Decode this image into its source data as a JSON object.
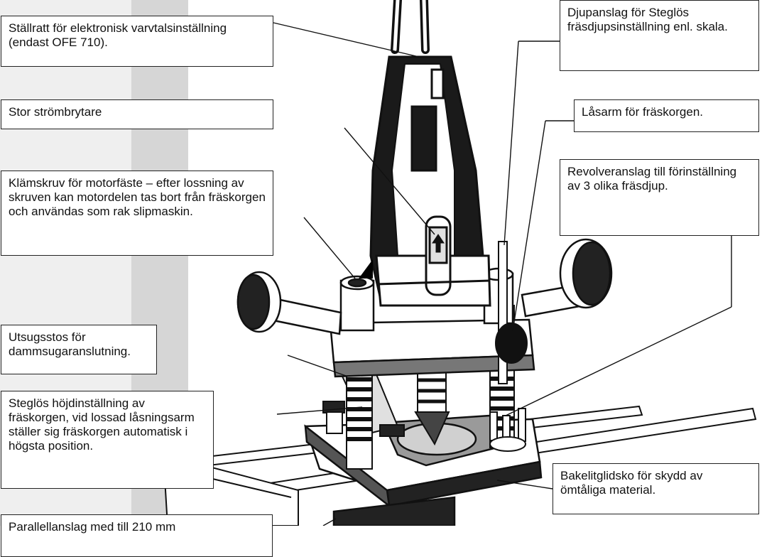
{
  "colors": {
    "band_light": "#efefef",
    "band_mid": "#d6d6d6",
    "ink": "#111111"
  },
  "callouts": {
    "speed_dial": "Ställratt för elektronisk varvtalsinställning (endast OFE 710).",
    "main_switch": "Stor strömbrytare",
    "clamp_screw": "Klämskruv för motorfäste – efter lossning av skruven kan motordelen tas bort från fräskorgen och användas som rak slipmaskin.",
    "dust_port": "Utsugsstos för dammsugaranslutning.",
    "height_adjust": "Steglös höjdinställning av fräskorgen, vid lossad låsningsarm ställer sig fräskorgen automatisk i högsta position.",
    "bottom_cut": "Parallellanslag med till 210 mm",
    "depth_stop": "Djupanslag för Steglös fräsdjupsinställning enl. skala.",
    "lock_arm": "Låsarm för fräskorgen.",
    "turret_stop": "Revolveranslag till förinställning av 3 olika fräsdjup.",
    "base_plate": "Bakelitglidsko för skydd av ömtåliga material."
  }
}
